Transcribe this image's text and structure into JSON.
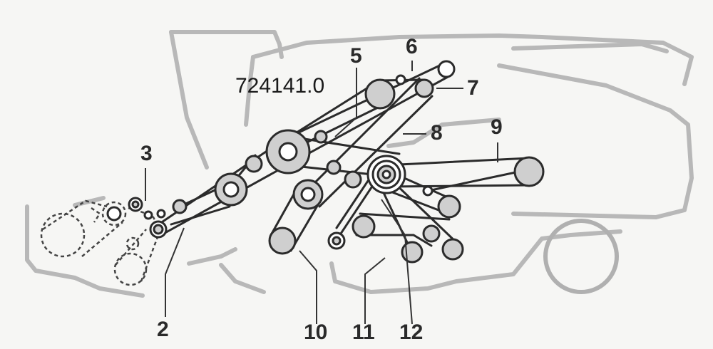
{
  "diagram": {
    "part_number": "724141.0",
    "callouts": {
      "c2": "2",
      "c3": "3",
      "c5": "5",
      "c6": "6",
      "c7": "7",
      "c8": "8",
      "c9": "9",
      "c10": "10",
      "c11": "11",
      "c12": "12"
    }
  }
}
